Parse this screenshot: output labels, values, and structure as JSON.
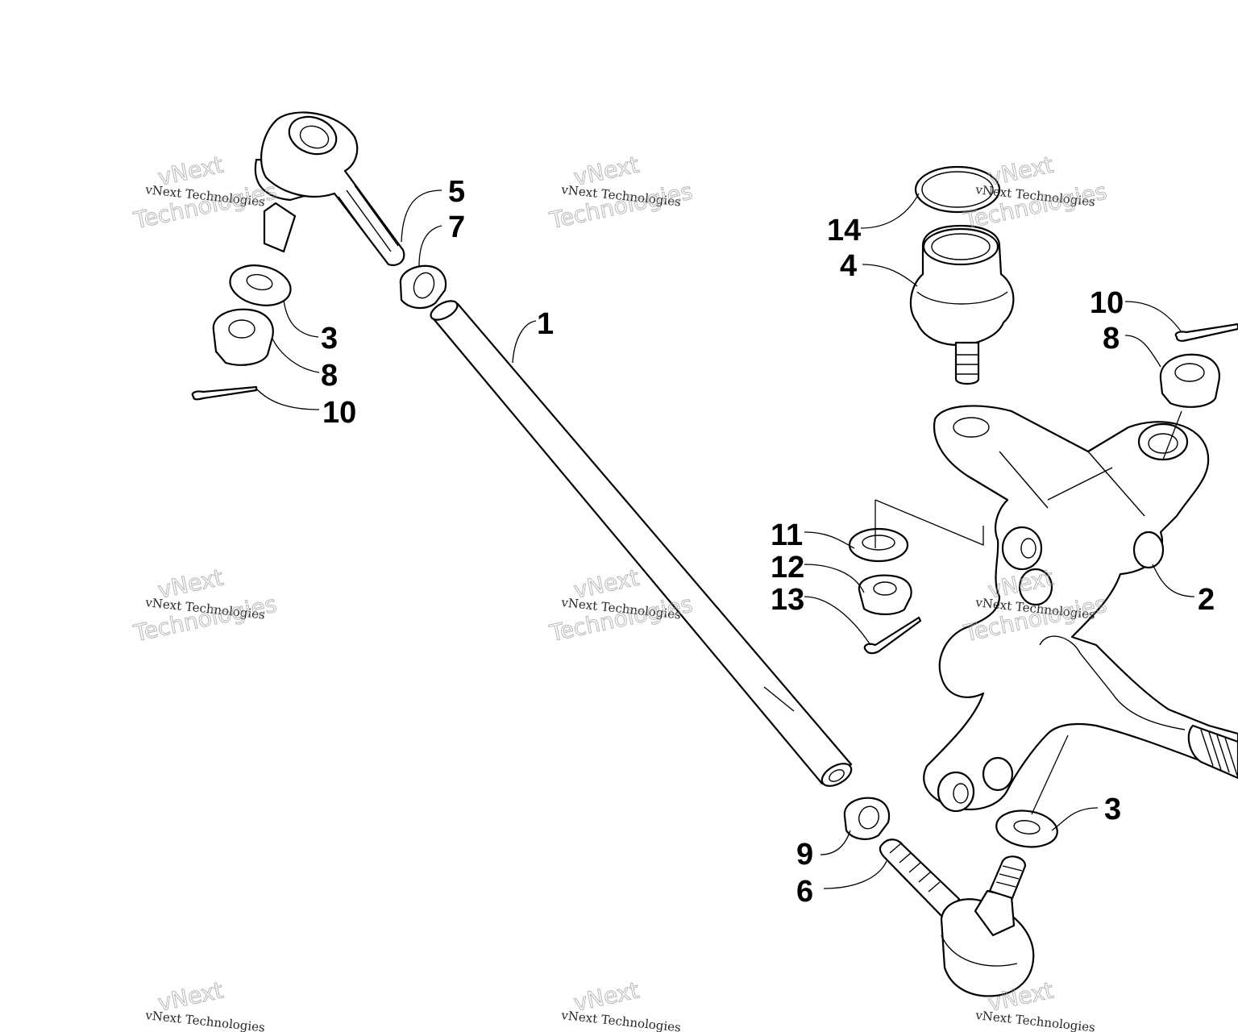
{
  "callouts": {
    "c1": "1",
    "c2": "2",
    "c3a": "3",
    "c3b": "3",
    "c4": "4",
    "c5": "5",
    "c6": "6",
    "c7": "7",
    "c8a": "8",
    "c8b": "8",
    "c9": "9",
    "c10a": "10",
    "c10b": "10",
    "c11": "11",
    "c12": "12",
    "c13": "13",
    "c14": "14"
  },
  "watermark": {
    "top_small": "vNext",
    "line_small": "vNext Technologies",
    "big": "Technologies"
  },
  "colors": {
    "ink": "#000000",
    "paper": "#ffffff",
    "watermark": "#9a9a9a"
  }
}
